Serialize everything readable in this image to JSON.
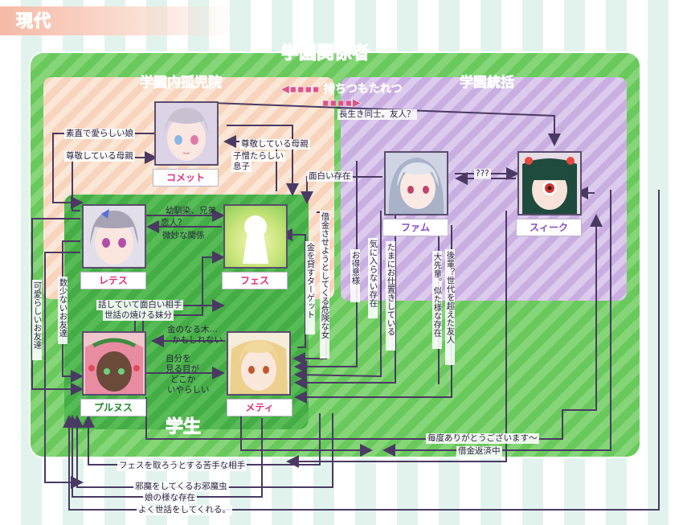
{
  "era_label": "現代",
  "zones": {
    "school_staff": "学園関係者",
    "orphanage": "学園内孤児院",
    "supervisor": "学園統括",
    "students": "学生"
  },
  "center_relation": "持ちつもたれつ",
  "characters": {
    "comet": "コメット",
    "retesu": "レテス",
    "fesu": "フェス",
    "farm": "ファム",
    "sweek": "スィーク",
    "purunusu": "プルヌス",
    "meti": "メティ"
  },
  "relations": {
    "long_lived_friends": "長生き同士。友人？",
    "honest_cute_daughter": "素直で愛らしい娘",
    "respected_mother_1": "尊敬している母親",
    "respected_mother_2": "尊敬している母親",
    "unreliable_son_1": "子憎たらしい",
    "unreliable_son_2": "息子",
    "interesting_presence": "面白い存在",
    "unknown": "???",
    "childhood_friend_1": "幼馴染、兄弟",
    "childhood_friend_2": "恋人？",
    "childhood_friend_3": "微妙な関係",
    "dangerous_woman": "借金させようとしてくる危険な女",
    "money_target": "金を貸すターゲット",
    "customer": "お得意様",
    "dislikes": "気に入らない存在",
    "punishes": "たまにお仕置きしている",
    "senior_1": "後輩？世代を超えた友人",
    "senior_2": "大先輩。似た様な存在",
    "cute_friend": "可愛らしいお友達",
    "few_friends": "数少ないお友達",
    "fun_to_talk": "話していて面白い相手",
    "caring_sister": "世話の焼ける妹分",
    "money_tree_1": "金のなる木…",
    "money_tree_2": "かもしれない",
    "looks_1": "自分を",
    "looks_2": "見る目が",
    "looks_3": "どこか",
    "looks_4": "いやらしい",
    "thanks": "毎度ありがとうございます〜",
    "repaying": "借金返済中",
    "tough_rival": "フェスを取ろうとする苦手な相手",
    "pest": "邪魔をしてくるお邪魔虫",
    "like_daughter": "娘の様な存在",
    "takes_care": "よく世話をしてくれる。"
  },
  "colors": {
    "line": "#4a3a63",
    "name_pink": "#e3307e",
    "name_purple": "#8a4fc4",
    "accent_green": "#1f8a2c"
  }
}
